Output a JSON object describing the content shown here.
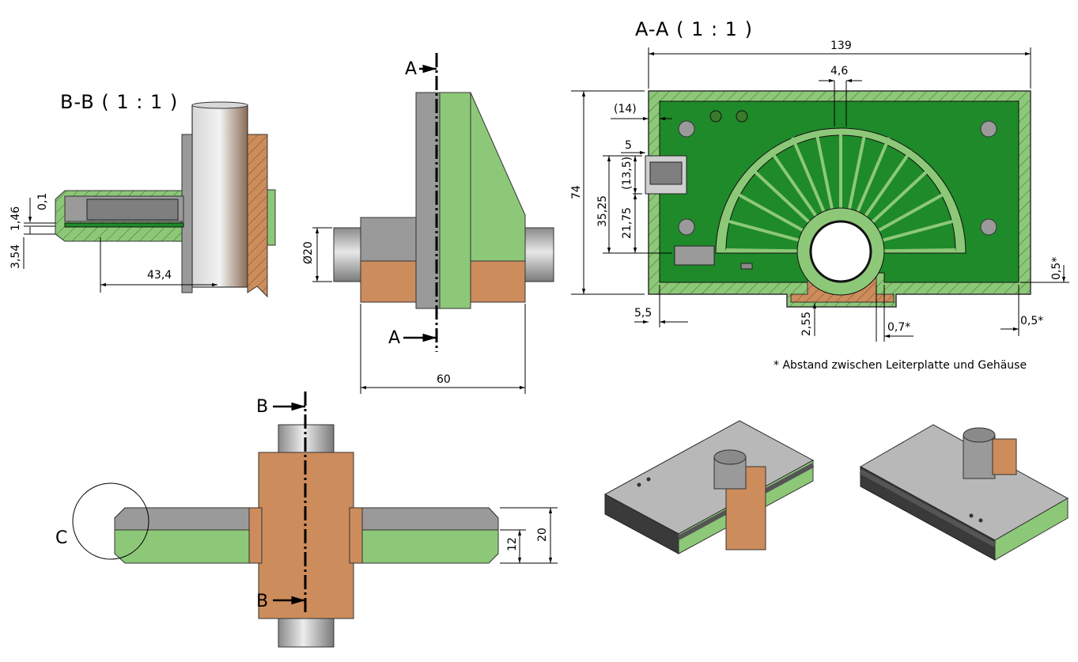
{
  "views": {
    "bb_title": "B-B ( 1 : 1 )",
    "aa_title": "A-A ( 1 : 1 )"
  },
  "markers": {
    "a": "A",
    "b": "B",
    "c": "C"
  },
  "dims": {
    "d139": "139",
    "d4_6": "4,6",
    "d14": "(14)",
    "d5": "5",
    "d13_5": "(13,5)",
    "d74": "74",
    "d35_25": "35,25",
    "d21_75": "21,75",
    "d0_5_right": "0,5*",
    "d5_5": "5,5",
    "d2_55": "2,55",
    "d0_7": "0,7*",
    "d0_5_bottom": "0,5*",
    "d0_1": "0,1",
    "d1_46": "1,46",
    "d3_54": "3,54",
    "d43_4": "43,4",
    "d_phi20": "Ø20",
    "d60": "60",
    "d12": "12",
    "d20": "20"
  },
  "note": "* Abstand zwischen Leiterplatte und Gehäuse",
  "colors": {
    "green": "#8dc878",
    "pcb": "#1e8a2a",
    "copper": "#cd8c5c",
    "gray": "#9a9a9a",
    "dark": "#555555"
  }
}
